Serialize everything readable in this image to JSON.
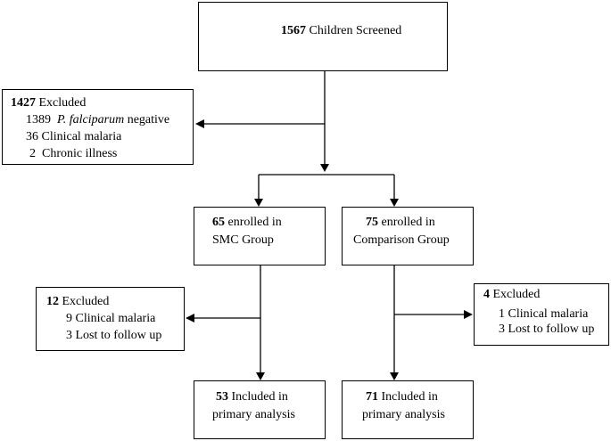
{
  "screened": {
    "count": "1567",
    "label": "Children Screened"
  },
  "excluded_initial": {
    "count": "1427",
    "label": "Excluded",
    "items": [
      {
        "num": "1389",
        "text_em": "P. falciparum",
        "text": " negative"
      },
      {
        "num": "36",
        "text": " Clinical malaria"
      },
      {
        "num": "2",
        "text": "  Chronic illness"
      }
    ]
  },
  "smc_group": {
    "count": "65",
    "label": "enrolled in",
    "line2": "SMC Group"
  },
  "comparison_group": {
    "count": "75",
    "label": "enrolled in",
    "line2": "Comparison Group"
  },
  "smc_excluded": {
    "count": "12",
    "label": "Excluded",
    "items": [
      {
        "num": "9",
        "text": " Clinical malaria"
      },
      {
        "num": "3",
        "text": " Lost to follow up"
      }
    ]
  },
  "comparison_excluded": {
    "count": "4",
    "label": "Excluded",
    "items": [
      {
        "num": "1",
        "text": " Clinical malaria"
      },
      {
        "num": "3",
        "text": " Lost to follow up"
      }
    ]
  },
  "smc_included": {
    "count": "53",
    "label": "Included in",
    "line2": "primary analysis"
  },
  "comparison_included": {
    "count": "71",
    "label": "Included in",
    "line2": "primary analysis"
  }
}
